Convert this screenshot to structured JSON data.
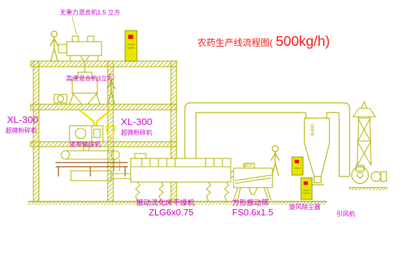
{
  "title": {
    "text": "农药生产线流程图(",
    "capacity": "500kg/h)"
  },
  "equipment_labels": {
    "gravity_mixer": "无重力混合机1.5 立方",
    "high_speed_mixer": "高速混合机3立方",
    "mill_left": {
      "model": "XL-300",
      "name": "超微粉碎机"
    },
    "mill_center": {
      "model": "XL-300",
      "name": "超微粉碎机"
    },
    "belt_conveyor": "皮带输送机",
    "fluid_bed_dryer": {
      "name": "振动流化床干燥机",
      "model": "ZLG6x0.75"
    },
    "vibrating_screen": {
      "name": "方形振动筛",
      "model": "FS0.6x1.5"
    },
    "cyclone": "旋风除尘器",
    "induced_draft_fan": "引风机"
  },
  "dimensions": {
    "screen_width": "1500",
    "cyclone_diameter": "Φ400"
  },
  "colors": {
    "line_yellow": "#b2b200",
    "bright_yellow": "#e6e600",
    "label_magenta": "#cc00cc",
    "title_red": "#ff1414",
    "cabinet_dot_red": "#ff0000",
    "frame_dark_red": "#994400"
  }
}
